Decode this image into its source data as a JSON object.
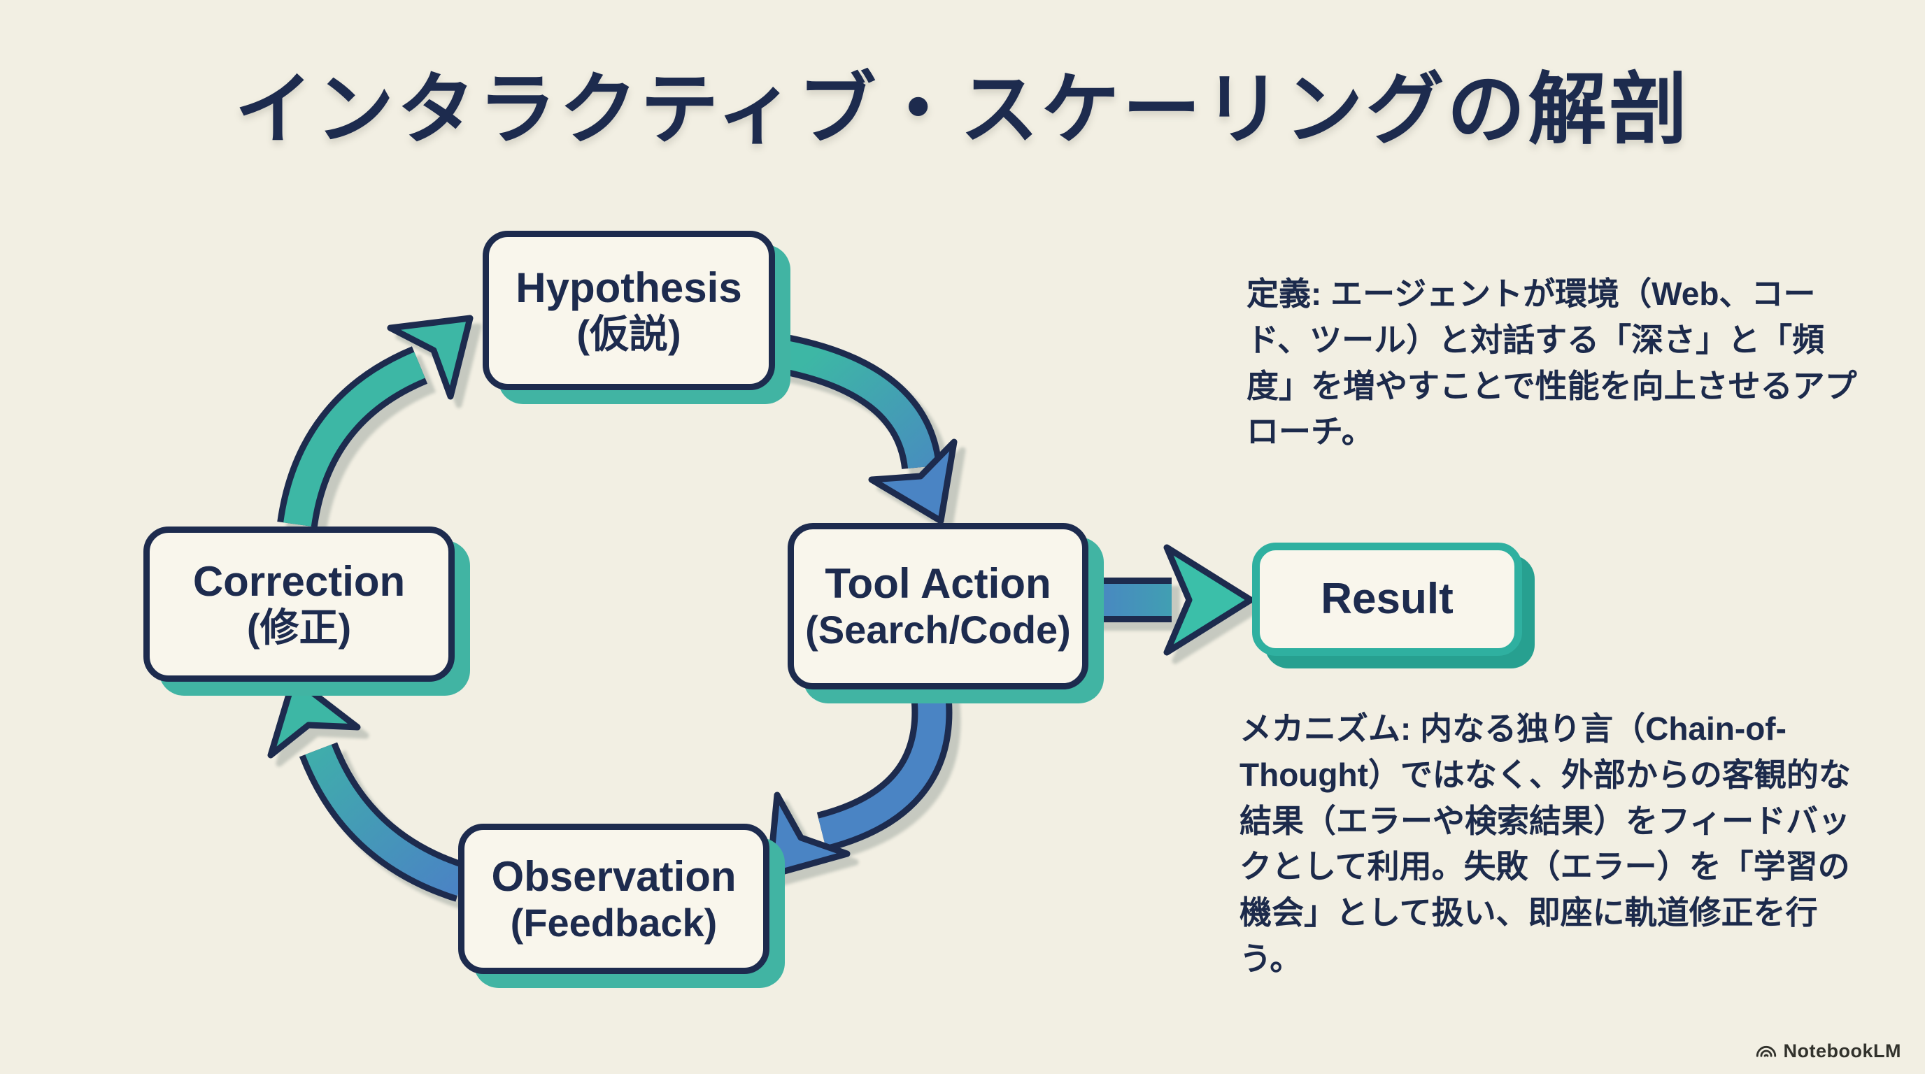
{
  "title": "インタラクティブ・スケーリングの解剖",
  "cycle": {
    "hypothesis": {
      "label": "Hypothesis",
      "sub": "(仮説)"
    },
    "tool_action": {
      "label": "Tool Action",
      "sub": "(Search/Code)"
    },
    "observation": {
      "label": "Observation",
      "sub": "(Feedback)"
    },
    "correction": {
      "label": "Correction",
      "sub": "(修正)"
    }
  },
  "result": {
    "label": "Result"
  },
  "flow": [
    {
      "from": "Hypothesis",
      "to": "Tool Action"
    },
    {
      "from": "Tool Action",
      "to": "Observation"
    },
    {
      "from": "Observation",
      "to": "Correction"
    },
    {
      "from": "Correction",
      "to": "Hypothesis"
    },
    {
      "from": "Tool Action",
      "to": "Result"
    }
  ],
  "notes": {
    "definition": "定義: エージェントが環境（Web、コード、ツール）と対話する「深さ」と「頻度」を増やすことで性能を向上させるアプローチ。",
    "mechanism": "メカニズム: 内なる独り言（Chain-of-Thought）ではなく、外部からの客観的な結果（エラーや検索結果）をフィードバックとして利用。失敗（エラー）を「学習の機会」として扱い、即座に軌道修正を行う。"
  },
  "branding": {
    "name": "NotebookLM",
    "icon": "notebooklm-arcs-icon"
  },
  "colors": {
    "background": "#f2efe3",
    "box_fill": "#f9f6ec",
    "navy": "#1d2b4e",
    "teal": "#3db7a5",
    "blue": "#4a84c4",
    "teal_shadow": "#41b4a3",
    "result_border": "#2fb0a0"
  }
}
